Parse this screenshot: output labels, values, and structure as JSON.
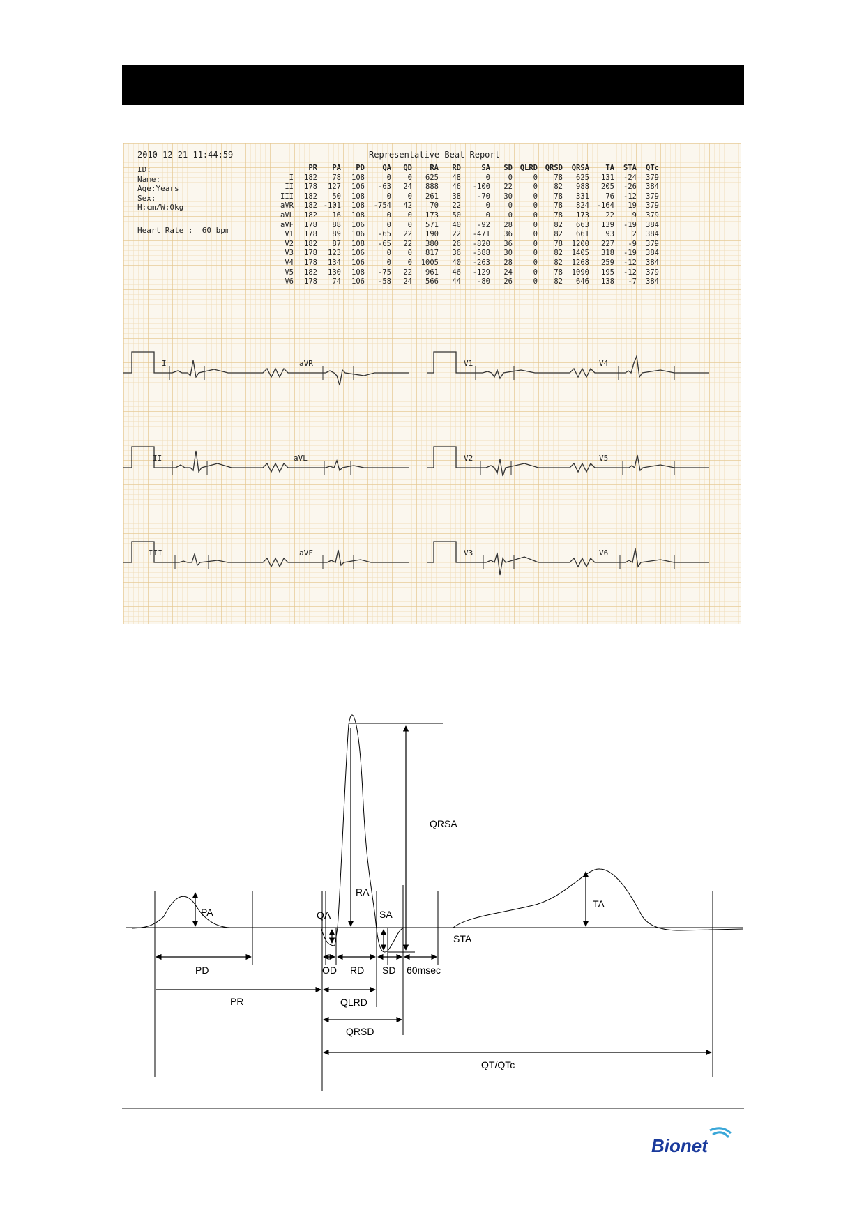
{
  "report": {
    "datetime": "2010-12-21 11:44:59",
    "title": "Representative Beat Report",
    "patient_fields": [
      "ID:",
      "Name:",
      "Age:Years",
      "Sex:",
      "H:cm/W:0kg"
    ],
    "heart_rate": "Heart Rate :  60 bpm"
  },
  "table": {
    "headers": [
      "",
      "PR",
      "PA",
      "PD",
      "QA",
      "QD",
      "RA",
      "RD",
      "SA",
      "SD",
      "QLRD",
      "QRSD",
      "QRSA",
      "TA",
      "STA",
      "QTc"
    ],
    "rows": [
      [
        "I",
        "182",
        "78",
        "108",
        "0",
        "0",
        "625",
        "48",
        "0",
        "0",
        "0",
        "78",
        "625",
        "131",
        "-24",
        "379"
      ],
      [
        "II",
        "178",
        "127",
        "106",
        "-63",
        "24",
        "888",
        "46",
        "-100",
        "22",
        "0",
        "82",
        "988",
        "205",
        "-26",
        "384"
      ],
      [
        "III",
        "182",
        "50",
        "108",
        "0",
        "0",
        "261",
        "38",
        "-70",
        "30",
        "0",
        "78",
        "331",
        "76",
        "-12",
        "379"
      ],
      [
        "aVR",
        "182",
        "-101",
        "108",
        "-754",
        "42",
        "70",
        "22",
        "0",
        "0",
        "0",
        "78",
        "824",
        "-164",
        "19",
        "379"
      ],
      [
        "aVL",
        "182",
        "16",
        "108",
        "0",
        "0",
        "173",
        "50",
        "0",
        "0",
        "0",
        "78",
        "173",
        "22",
        "9",
        "379"
      ],
      [
        "aVF",
        "178",
        "88",
        "106",
        "0",
        "0",
        "571",
        "40",
        "-92",
        "28",
        "0",
        "82",
        "663",
        "139",
        "-19",
        "384"
      ],
      [
        "V1",
        "178",
        "89",
        "106",
        "-65",
        "22",
        "190",
        "22",
        "-471",
        "36",
        "0",
        "82",
        "661",
        "93",
        "2",
        "384"
      ],
      [
        "V2",
        "182",
        "87",
        "108",
        "-65",
        "22",
        "380",
        "26",
        "-820",
        "36",
        "0",
        "78",
        "1200",
        "227",
        "-9",
        "379"
      ],
      [
        "V3",
        "178",
        "123",
        "106",
        "0",
        "0",
        "817",
        "36",
        "-588",
        "30",
        "0",
        "82",
        "1405",
        "318",
        "-19",
        "384"
      ],
      [
        "V4",
        "178",
        "134",
        "106",
        "0",
        "0",
        "1005",
        "40",
        "-263",
        "28",
        "0",
        "82",
        "1268",
        "259",
        "-12",
        "384"
      ],
      [
        "V5",
        "182",
        "130",
        "108",
        "-75",
        "22",
        "961",
        "46",
        "-129",
        "24",
        "0",
        "78",
        "1090",
        "195",
        "-12",
        "379"
      ],
      [
        "V6",
        "178",
        "74",
        "106",
        "-58",
        "24",
        "566",
        "44",
        "-80",
        "26",
        "0",
        "82",
        "646",
        "138",
        "-7",
        "384"
      ]
    ]
  },
  "leads": {
    "I": "I",
    "aVR": "aVR",
    "V1": "V1",
    "V4": "V4",
    "II": "II",
    "aVL": "aVL",
    "V2": "V2",
    "V5": "V5",
    "III": "III",
    "aVF": "aVF",
    "V3": "V3",
    "V6": "V6"
  },
  "diagram": {
    "PA": "PA",
    "PD": "PD",
    "PR": "PR",
    "QA": "QA",
    "OD": "OD",
    "RA": "RA",
    "RD": "RD",
    "SA": "SA",
    "SD": "SD",
    "QLRD": "QLRD",
    "QRSD": "QRSD",
    "QRSA": "QRSA",
    "TA": "TA",
    "STA": "STA",
    "ms": "60msec",
    "QT": "QT/QTc"
  },
  "logo": {
    "text": "Bionet",
    "color": "#1a3a9c"
  }
}
